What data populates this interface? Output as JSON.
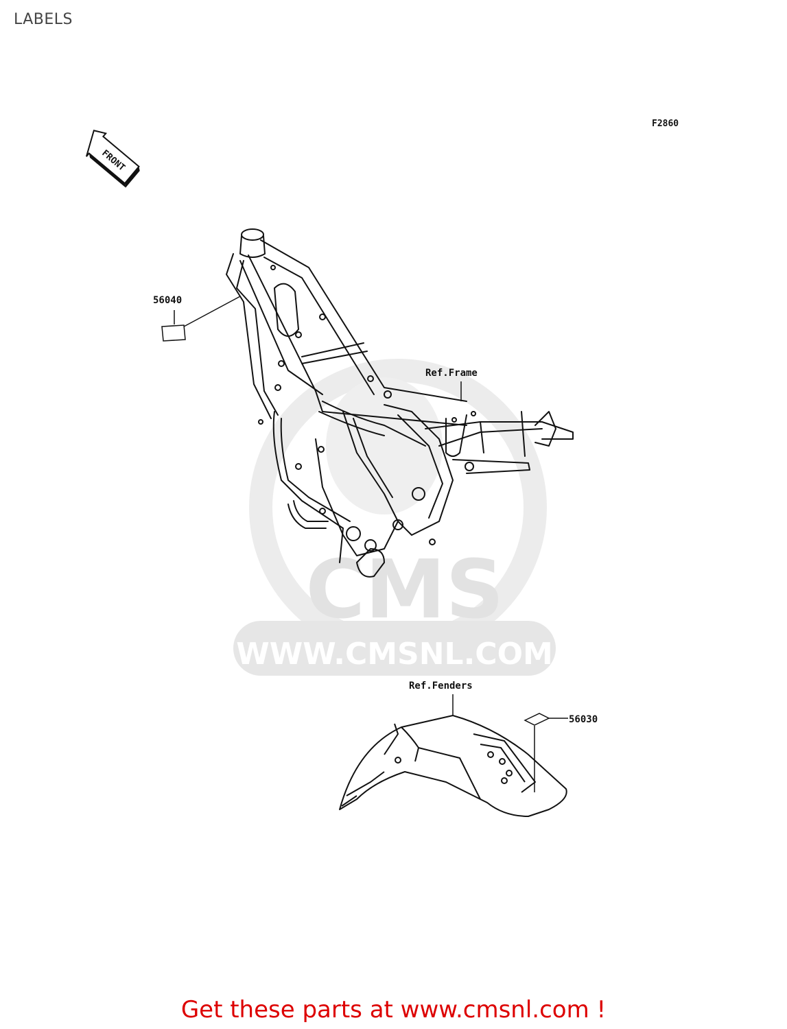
{
  "page": {
    "title": "LABELS"
  },
  "diagram": {
    "figure_code": "F2860",
    "front_indicator": "FRONT",
    "references": {
      "frame": "Ref.Frame",
      "fenders": "Ref.Fenders"
    },
    "parts": [
      {
        "number": "56040"
      },
      {
        "number": "56030"
      }
    ],
    "watermark": {
      "brand": "CMS",
      "url": "WWW.CMSNL.COM"
    }
  },
  "footer": {
    "text": "Get these parts at www.cmsnl.com !"
  }
}
